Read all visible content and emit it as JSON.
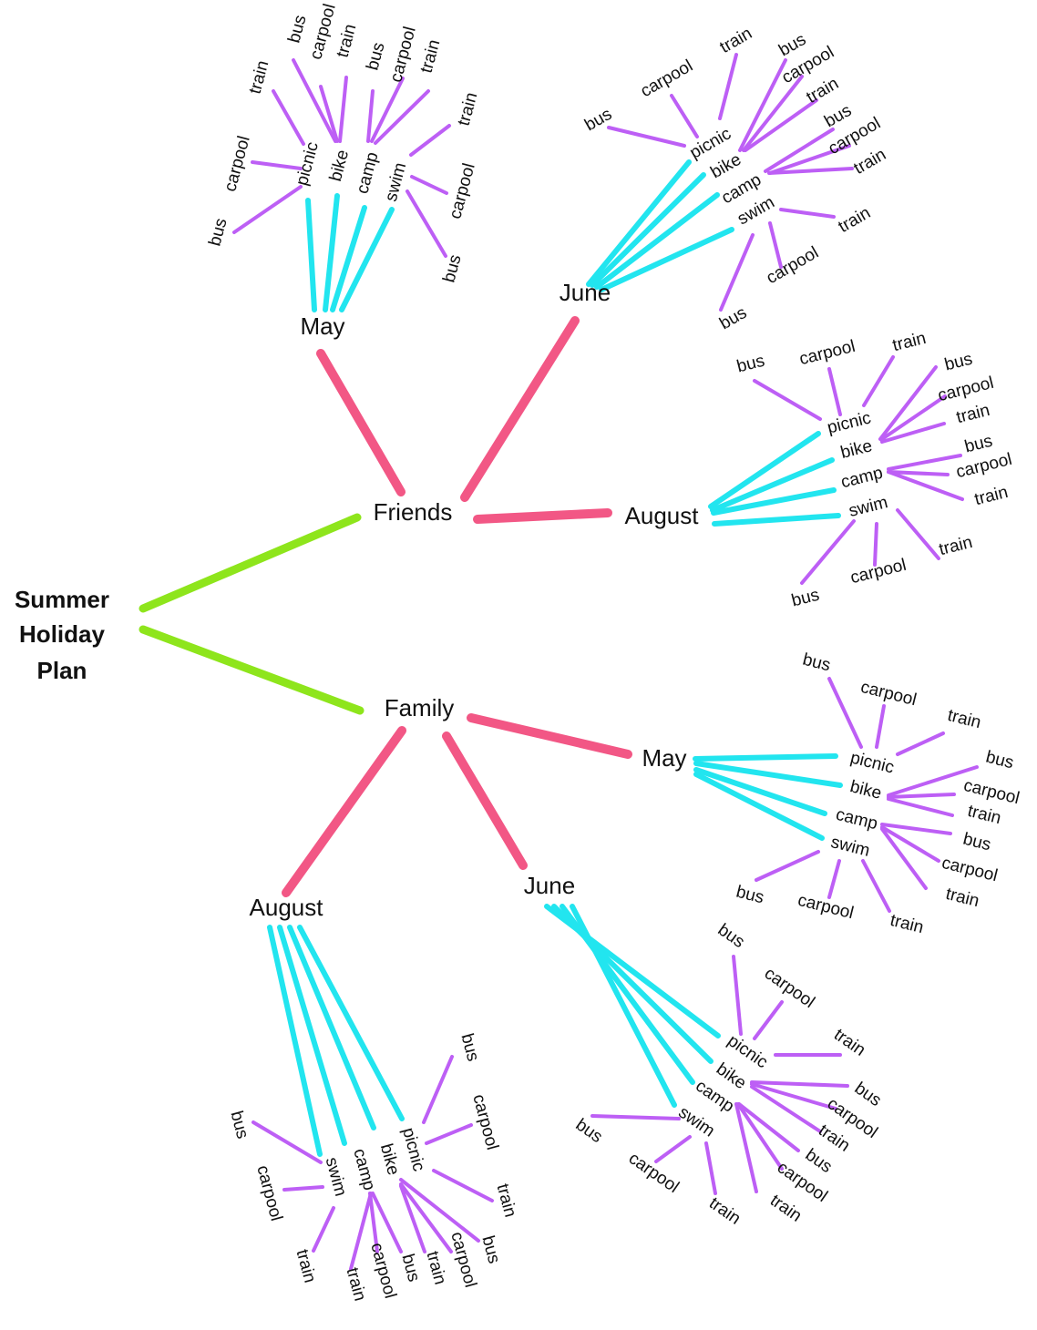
{
  "root": {
    "lines": [
      "Summer",
      "Holiday",
      "Plan"
    ]
  },
  "colors": {
    "root_branch": "#8ee51c",
    "month_branch": "#f25785",
    "activity_branch": "#22e5ef",
    "transport_branch": "#bd5ff5",
    "text": "#111111"
  },
  "activities": [
    "picnic",
    "bike",
    "camp",
    "swim"
  ],
  "transports": [
    "bus",
    "carpool",
    "train"
  ],
  "groups": [
    {
      "id": "friends",
      "label": "Friends",
      "months": [
        {
          "id": "may",
          "label": "May"
        },
        {
          "id": "june",
          "label": "June"
        },
        {
          "id": "august",
          "label": "August"
        }
      ]
    },
    {
      "id": "family",
      "label": "Family",
      "months": [
        {
          "id": "may",
          "label": "May"
        },
        {
          "id": "june",
          "label": "June"
        },
        {
          "id": "august",
          "label": "August"
        }
      ]
    }
  ]
}
